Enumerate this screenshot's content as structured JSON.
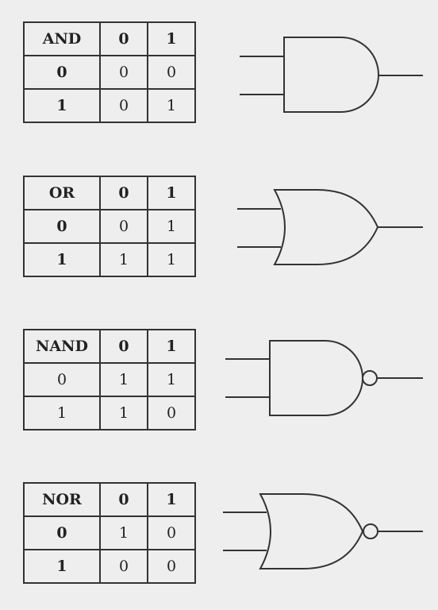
{
  "gates": [
    {
      "name": "AND",
      "headers": [
        "AND",
        "0",
        "1"
      ],
      "rows": [
        [
          "0",
          "0",
          "0"
        ],
        [
          "1",
          "0",
          "1"
        ]
      ]
    },
    {
      "name": "OR",
      "headers": [
        "OR",
        "0",
        "1"
      ],
      "rows": [
        [
          "0",
          "0",
          "1"
        ],
        [
          "1",
          "1",
          "1"
        ]
      ]
    },
    {
      "name": "NAND",
      "headers": [
        "NAND",
        "0",
        "1"
      ],
      "rows": [
        [
          "0",
          "1",
          "1"
        ],
        [
          "1",
          "1",
          "0"
        ]
      ]
    },
    {
      "name": "NOR",
      "headers": [
        "NOR",
        "0",
        "1"
      ],
      "rows": [
        [
          "0",
          "1",
          "0"
        ],
        [
          "1",
          "0",
          "0"
        ]
      ]
    }
  ]
}
